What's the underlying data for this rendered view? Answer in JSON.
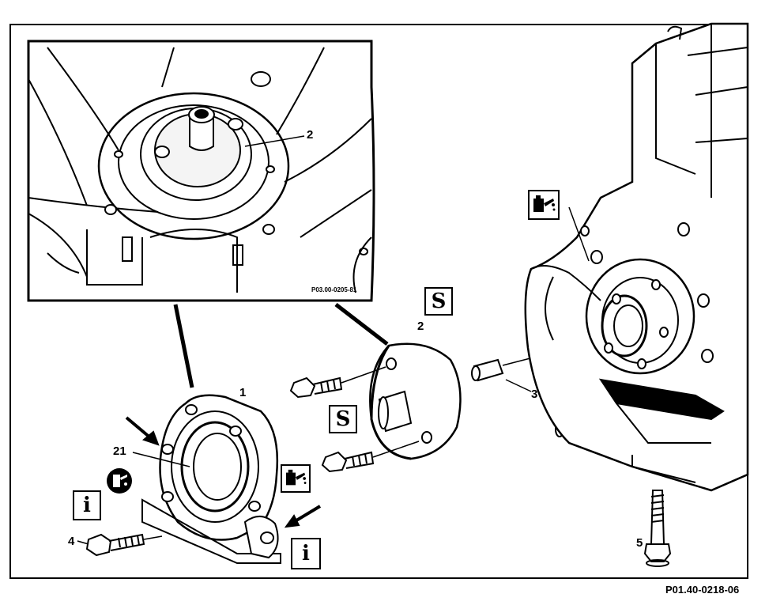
{
  "callouts": {
    "c1": "1",
    "c2_inset": "2",
    "c2_tool": "2",
    "c3": "3",
    "c4": "4",
    "c5": "5",
    "c21": "21"
  },
  "inset_reference": "P03.00-0205-81",
  "figure_reference": "P01.40-0218-06",
  "symbols": {
    "info_1": "i",
    "info_2": "i",
    "torque_1": "S",
    "torque_2": "S"
  },
  "icons": [
    "info-icon",
    "torque-wrench-icon",
    "sealant-icon",
    "oil-can-icon",
    "arrow-icon"
  ]
}
